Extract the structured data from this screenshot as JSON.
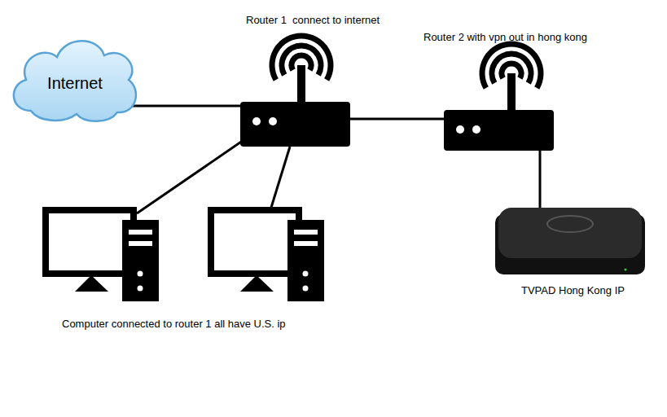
{
  "diagram": {
    "nodes": [
      {
        "text": [
          "Internet"
        ]
      },
      {
        "text": [
          "Router 1  connect to internet"
        ]
      },
      {
        "text": [
          "Router 2 with vpn out in hong kong"
        ]
      },
      {
        "text": [
          "TVPAD Hong Kong IP"
        ]
      }
    ],
    "edges": [
      {
        "from": 0,
        "to": 1,
        "arrow": "none"
      },
      {
        "from": 1,
        "to": 2,
        "arrow": "none"
      },
      {
        "from": 2,
        "to": 3,
        "arrow": "none"
      }
    ],
    "labels": [
      "Computer connected to router 1 all have U.S. ip"
    ]
  }
}
